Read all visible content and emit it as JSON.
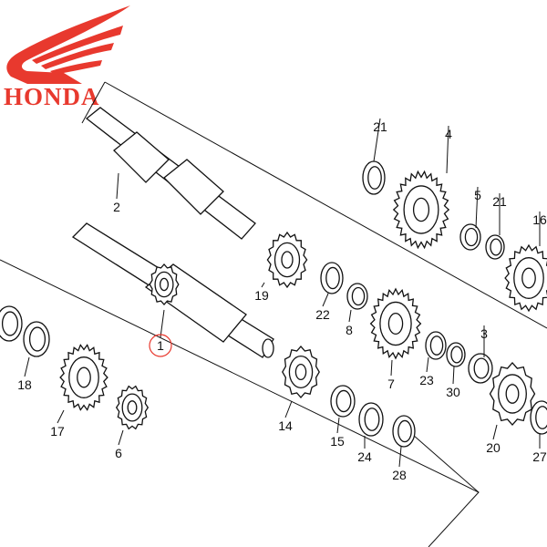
{
  "brand": {
    "name": "HONDA",
    "color": "#e8392e"
  },
  "diagram": {
    "title": "Transmission parts exploded view",
    "part_labels": [
      "21",
      "4",
      "5",
      "21",
      "16",
      "2",
      "19",
      "22",
      "8",
      "1",
      "7",
      "3",
      "23",
      "30",
      "18",
      "17",
      "6",
      "14",
      "15",
      "24",
      "28",
      "20",
      "27"
    ],
    "highlighted_part": "1",
    "highlight_color": "#e8392e"
  }
}
